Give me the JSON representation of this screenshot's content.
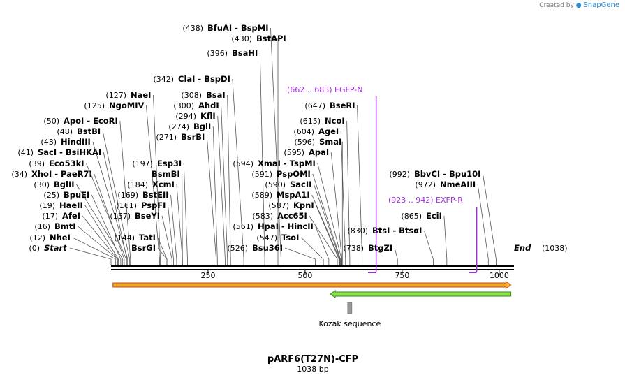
{
  "header": {
    "created_by": "Created by",
    "brand": "SnapGene"
  },
  "map": {
    "title": "pARF6(T27N)-CFP",
    "length_label": "1038 bp",
    "length_bp": 1038,
    "backbone_color": "#000000",
    "ticks": [
      {
        "bp": 250,
        "label": "250"
      },
      {
        "bp": 500,
        "label": "500"
      },
      {
        "bp": 750,
        "label": "750"
      },
      {
        "bp": 1000,
        "label": "1000"
      }
    ],
    "start_label": {
      "pos": "(0)",
      "name": "Start",
      "bp": 0
    },
    "end_label": {
      "pos": "(1038)",
      "name": "End",
      "bp": 1038
    },
    "sites": [
      {
        "pos": "(12)",
        "name": "NheI",
        "bp": 12
      },
      {
        "pos": "(16)",
        "name": "BmtI",
        "bp": 16
      },
      {
        "pos": "(17)",
        "name": "AfeI",
        "bp": 17
      },
      {
        "pos": "(19)",
        "name": "HaeII",
        "bp": 19
      },
      {
        "pos": "(25)",
        "name": "BpuEI",
        "bp": 25
      },
      {
        "pos": "(30)",
        "name": "BglII",
        "bp": 30
      },
      {
        "pos": "(34)",
        "name": "XhoI  -  PaeR7I",
        "bp": 34
      },
      {
        "pos": "(39)",
        "name": "Eco53kI",
        "bp": 39
      },
      {
        "pos": "(41)",
        "name": "SacI  -  BsiHKAI",
        "bp": 41
      },
      {
        "pos": "(43)",
        "name": "HindIII",
        "bp": 43
      },
      {
        "pos": "(48)",
        "name": "BstBI",
        "bp": 48
      },
      {
        "pos": "(50)",
        "name": "ApoI  -  EcoRI",
        "bp": 50
      },
      {
        "pos": "(125)",
        "name": "NgoMIV",
        "bp": 125
      },
      {
        "pos": "(127)",
        "name": "NaeI",
        "bp": 127
      },
      {
        "pos": "(144)",
        "name": "TatI",
        "bp": 144
      },
      {
        "pos": "",
        "name": "BsrGI",
        "bp": 144
      },
      {
        "pos": "(157)",
        "name": "BseYI",
        "bp": 157
      },
      {
        "pos": "(161)",
        "name": "PspFI",
        "bp": 161
      },
      {
        "pos": "(169)",
        "name": "BstEII",
        "bp": 169
      },
      {
        "pos": "(184)",
        "name": "XcmI",
        "bp": 184
      },
      {
        "pos": "",
        "name": "BsmBI",
        "bp": 184
      },
      {
        "pos": "(197)",
        "name": "Esp3I",
        "bp": 197
      },
      {
        "pos": "(271)",
        "name": "BsrBI",
        "bp": 271
      },
      {
        "pos": "(274)",
        "name": "BglI",
        "bp": 274
      },
      {
        "pos": "(294)",
        "name": "KflI",
        "bp": 294
      },
      {
        "pos": "(300)",
        "name": "AhdI",
        "bp": 300
      },
      {
        "pos": "(308)",
        "name": "BsaI",
        "bp": 308
      },
      {
        "pos": "(342)",
        "name": "ClaI  -  BspDI",
        "bp": 342
      },
      {
        "pos": "(396)",
        "name": "BsaHI",
        "bp": 396
      },
      {
        "pos": "(430)",
        "name": "BstAPI",
        "bp": 430
      },
      {
        "pos": "(438)",
        "name": "BfuAI  -  BspMI",
        "bp": 438
      },
      {
        "pos": "(526)",
        "name": "Bsu36I",
        "bp": 526
      },
      {
        "pos": "(547)",
        "name": "TsoI",
        "bp": 547
      },
      {
        "pos": "(561)",
        "name": "HpaI  -  HincII",
        "bp": 561
      },
      {
        "pos": "(583)",
        "name": "Acc65I",
        "bp": 583
      },
      {
        "pos": "(587)",
        "name": "KpnI",
        "bp": 587
      },
      {
        "pos": "(589)",
        "name": "MspA1I",
        "bp": 589
      },
      {
        "pos": "(590)",
        "name": "SacII",
        "bp": 590
      },
      {
        "pos": "(591)",
        "name": "PspOMI",
        "bp": 591
      },
      {
        "pos": "(594)",
        "name": "XmaI  -  TspMI",
        "bp": 594
      },
      {
        "pos": "(595)",
        "name": "ApaI",
        "bp": 595
      },
      {
        "pos": "(596)",
        "name": "SmaI",
        "bp": 596
      },
      {
        "pos": "(604)",
        "name": "AgeI",
        "bp": 604
      },
      {
        "pos": "(615)",
        "name": "NcoI",
        "bp": 615
      },
      {
        "pos": "(647)",
        "name": "BseRI",
        "bp": 647
      },
      {
        "pos": "(738)",
        "name": "BtgZI",
        "bp": 738
      },
      {
        "pos": "(830)",
        "name": "BtsI  -  BtsαI",
        "bp": 830
      },
      {
        "pos": "(865)",
        "name": "EciI",
        "bp": 865
      },
      {
        "pos": "(972)",
        "name": "NmeAIII",
        "bp": 972
      },
      {
        "pos": "(992)",
        "name": "BbvCI  -  Bpu10I",
        "bp": 992
      }
    ],
    "features": [
      {
        "label": "(662 .. 683)  EGFP-N",
        "start": 662,
        "end": 683,
        "color": "#9b30d9"
      },
      {
        "label": "(923 .. 942)  EXFP-R",
        "start": 923,
        "end": 942,
        "color": "#9b30d9"
      }
    ],
    "arrows": [
      {
        "start": 5,
        "end": 1030,
        "direction": "forward",
        "fill": "#f5a623",
        "stroke": "#b4531a"
      },
      {
        "start": 565,
        "end": 1030,
        "direction": "reverse",
        "fill": "#8ee24a",
        "stroke": "#3a8a1f"
      }
    ],
    "kozak": {
      "label": "Kozak sequence",
      "bp": 615,
      "color": "#999999"
    }
  }
}
